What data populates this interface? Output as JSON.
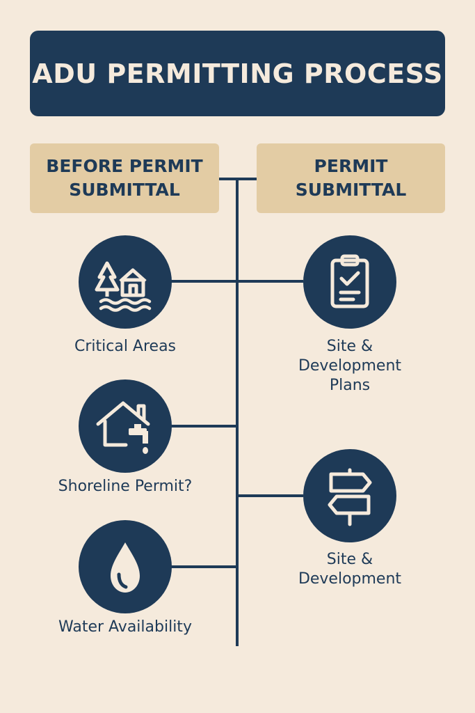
{
  "title": "ADU PERMITTING PROCESS",
  "columns": {
    "left": {
      "line1": "BEFORE PERMIT",
      "line2": "SUBMITTAL"
    },
    "right": {
      "line1": "PERMIT",
      "line2": "SUBMITTAL"
    }
  },
  "left_steps": [
    {
      "icon": "forest-house-water-icon",
      "label": "Critical Areas"
    },
    {
      "icon": "house-faucet-icon",
      "label": "Shoreline Permit?"
    },
    {
      "icon": "water-drop-icon",
      "label": "Water Availability"
    }
  ],
  "right_steps": [
    {
      "icon": "clipboard-check-icon",
      "line1": "Site &",
      "line2": "Development",
      "line3": "Plans"
    },
    {
      "icon": "signpost-icon",
      "line1": "Site &",
      "line2": "Development"
    }
  ],
  "colors": {
    "navy": "#1e3a57",
    "tan": "#e3cca4",
    "background": "#f5eadc"
  }
}
